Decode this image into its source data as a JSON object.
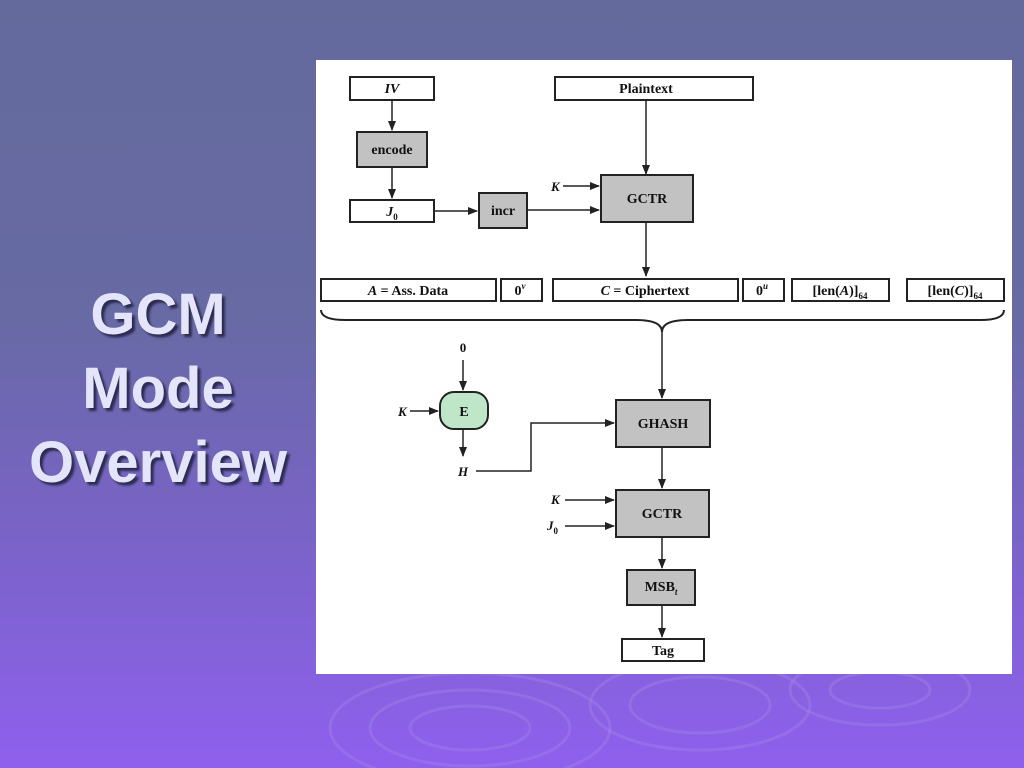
{
  "slide": {
    "title_lines": [
      "GCM",
      "Mode",
      "Overview"
    ]
  },
  "diagram": {
    "iv": "IV",
    "plaintext": "Plaintext",
    "encode": "encode",
    "j0": "J",
    "j0_sub": "0",
    "incr": "incr",
    "k": "K",
    "gctr": "GCTR",
    "a_var": "A",
    "a_text": " = Ass. Data",
    "zero": "0",
    "v_sup": "v",
    "c_var": "C",
    "c_text": " = Ciphertext",
    "u_sup": "u",
    "len_open": "[len(",
    "len_close": ")]",
    "len_sub": "64",
    "zero_input": "0",
    "e_label": "E",
    "h": "H",
    "ghash": "GHASH",
    "msb": "MSB",
    "msb_sub": "t",
    "tag": "Tag"
  },
  "colors": {
    "box_gray": "#c2c2c2",
    "box_green": "#bfe6c8",
    "stroke": "#222222"
  }
}
